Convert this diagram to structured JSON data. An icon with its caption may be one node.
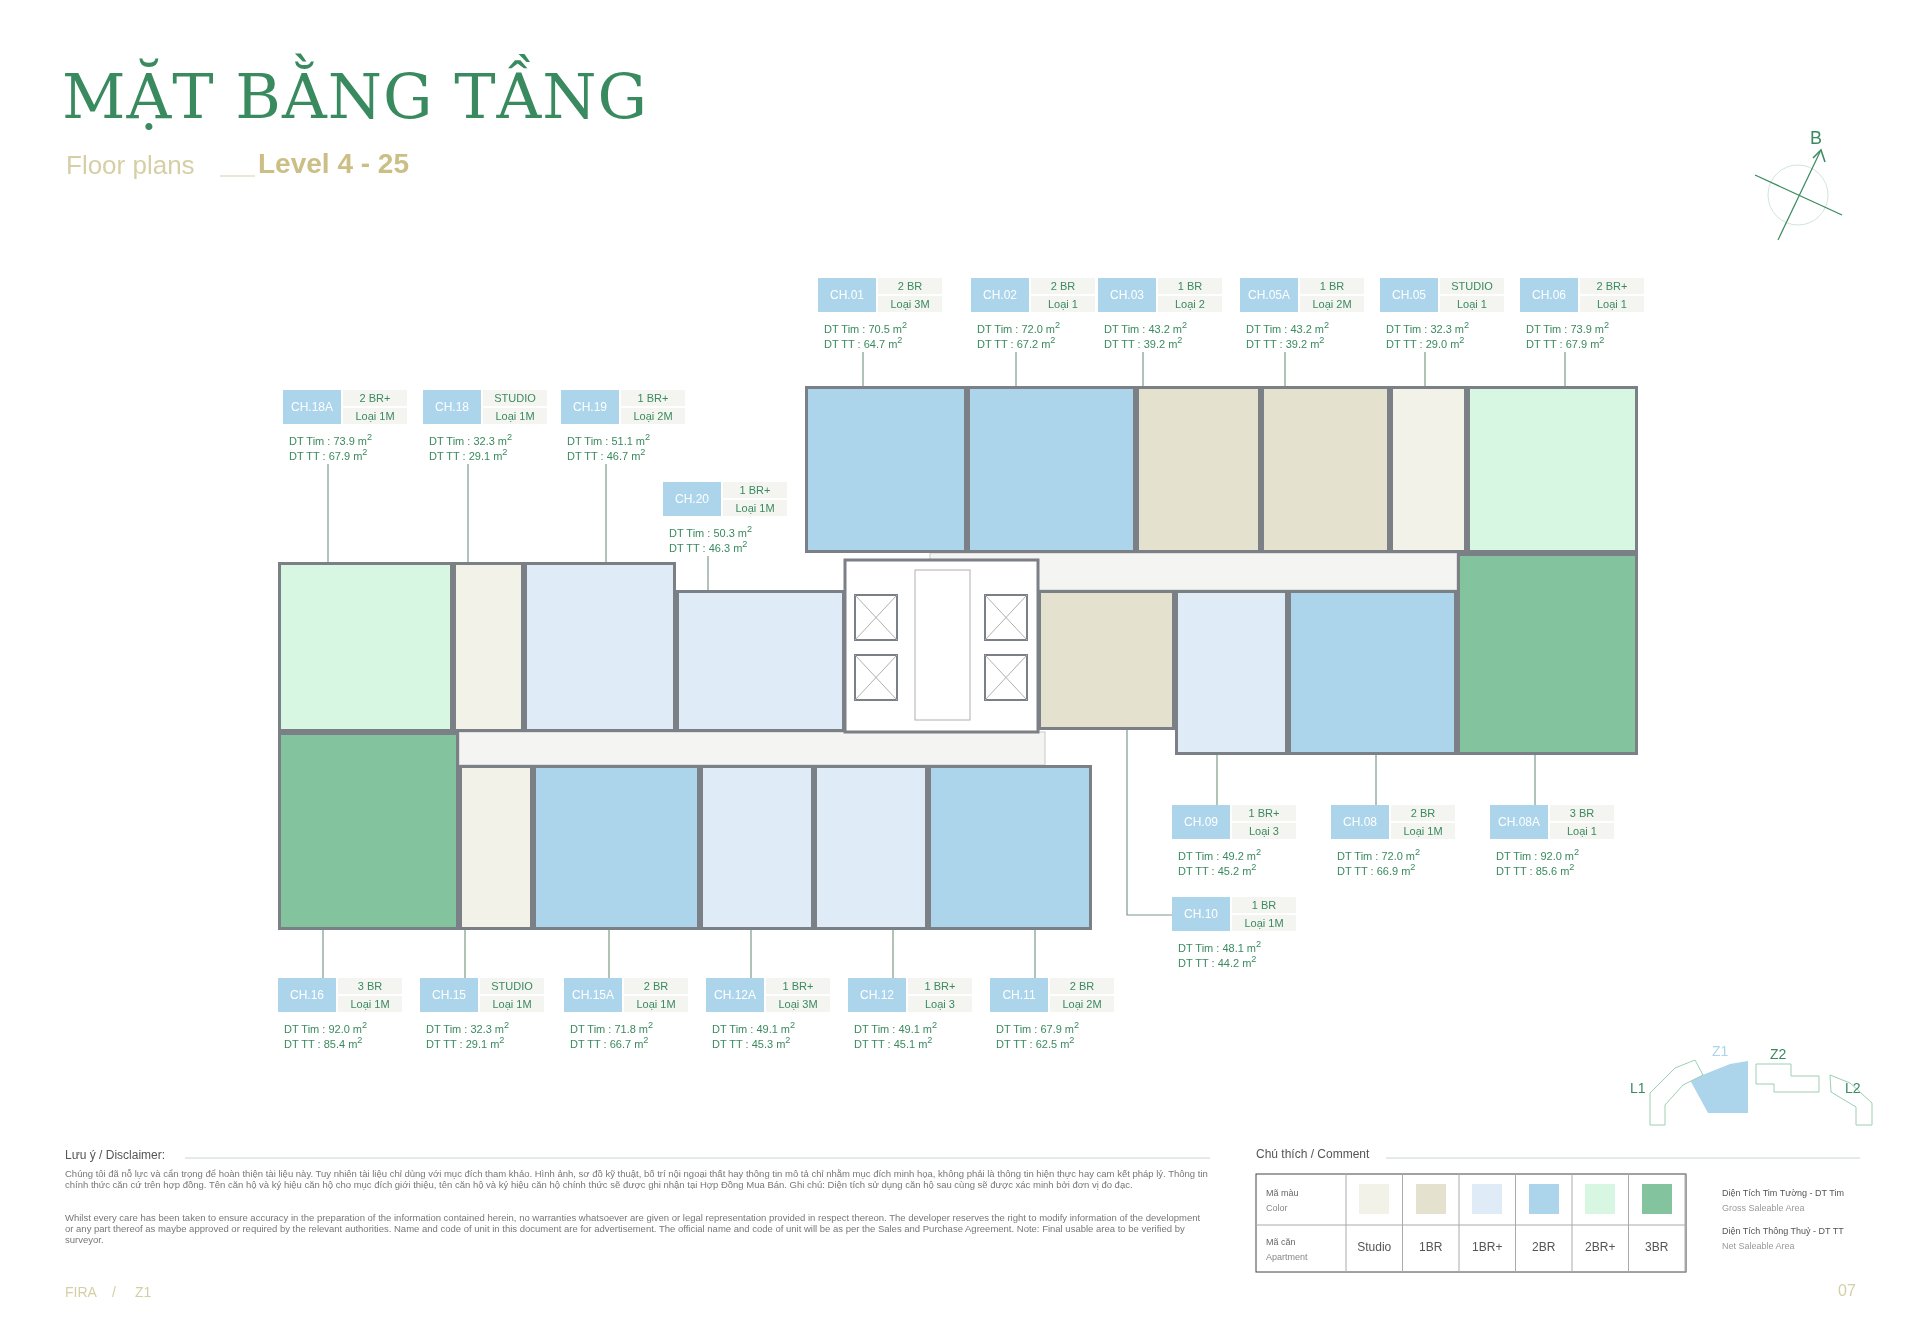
{
  "diagram": {
    "title": "MẶT BẰNG TẦNG",
    "nodes": [
      {
        "text": [
          "CH.01",
          "2 BR",
          "Loại 3M",
          "DT Tim : 70.5 m$^{2}$",
          "DT TT : 64.7 m$^{2}$"
        ]
      },
      {
        "text": [
          "CH.02",
          "2 BR",
          "Loại 1",
          "DT Tim : 72.0 m$^{2}$",
          "DT TT : 67.2 m$^{2}$"
        ]
      },
      {
        "text": [
          "CH.03",
          "1 BR",
          "Loại 2",
          "DT Tim : 43.2 m$^{2}$",
          "DT TT : 39.2 m$^{2}$"
        ]
      },
      {
        "text": [
          "CH.05A",
          "1 BR",
          "Loại 2M",
          "DT Tim : 43.2 m$^{2}$",
          "DT TT : 39.2 m$^{2}$"
        ]
      },
      {
        "text": [
          "CH.05",
          "STUDIO",
          "Loại 1",
          "DT Tim : 32.3 m$^{2}$",
          "DT TT : 29.0 m$^{2}$"
        ]
      },
      {
        "text": [
          "CH.06",
          "2 BR+",
          "Loại 1",
          "DT Tim : 73.9 m$^{2}$",
          "DT TT : 67.9 m$^{2}$"
        ]
      },
      {
        "text": [
          "CH.18A",
          "2 BR+",
          "Loại 1M",
          "DT Tim : 73.9 m$^{2}$",
          "DT TT : 67.9 m$^{2}$"
        ]
      },
      {
        "text": [
          "CH.18",
          "STUDIO",
          "Loại 1M",
          "DT Tim : 32.3 m$^{2}$",
          "DT TT : 29.1 m$^{2}$"
        ]
      },
      {
        "text": [
          "CH.19",
          "1 BR+",
          "Loại 2M",
          "DT Tim : 51.1 m$^{2}$",
          "DT TT : 46.7 m$^{2}$"
        ]
      },
      {
        "text": [
          "CH.20",
          "1 BR+",
          "Loại 1M",
          "DT Tim : 50.3 m$^{2}$",
          "DT TT : 46.3 m$^{2}$"
        ]
      },
      {
        "text": [
          "CH.09",
          "1 BR+",
          "Loại 3",
          "DT Tim : 49.2 m$^{2}$",
          "DT TT : 45.2 m$^{2}$"
        ]
      },
      {
        "text": [
          "CH.08",
          "2 BR",
          "Loại 1M",
          "DT Tim : 72.0 m$^{2}$",
          "DT TT : 66.9 m$^{2}$"
        ]
      },
      {
        "text": [
          "CH.08A",
          "3 BR",
          "Loại 1",
          "DT Tim : 92.0 m$^{2}$",
          "DT TT : 85.6 m$^{2}$"
        ]
      },
      {
        "text": [
          "CH.10",
          "1 BR",
          "Loại 1M",
          "DT Tim : 48.1 m$^{2}$",
          "DT TT : 44.2 m$^{2}$"
        ]
      },
      {
        "text": [
          "CH.16",
          "3 BR",
          "Loại 1M",
          "DT Tim : 92.0 m$^{2}$",
          "DT TT : 85.4 m$^{2}$"
        ]
      },
      {
        "text": [
          "CH.15",
          "STUDIO",
          "Loại 1M",
          "DT Tim : 32.3 m$^{2}$",
          "DT TT : 29.1 m$^{2}$"
        ]
      },
      {
        "text": [
          "CH.15A",
          "2 BR",
          "Loại 1M",
          "DT Tim : 71.8 m$^{2}$",
          "DT TT : 66.7 m$^{2}$"
        ]
      },
      {
        "text": [
          "CH.12A",
          "1 BR+",
          "Loại 3M",
          "DT Tim : 49.1 m$^{2}$",
          "DT TT : 45.3 m$^{2}$"
        ]
      },
      {
        "text": [
          "CH.12",
          "1 BR+",
          "Loại 3",
          "DT Tim : 49.1 m$^{2}$",
          "DT TT : 45.1 m$^{2}$"
        ]
      },
      {
        "text": [
          "CH.11",
          "2 BR",
          "Loại 2M",
          "DT Tim : 67.9 m$^{2}$",
          "DT TT : 62.5 m$^{2}$"
        ]
      },
      {
        "text": [],
        "shape": "box"
      },
      {
        "text": [],
        "shape": "box"
      },
      {
        "text": [],
        "shape": "box"
      },
      {
        "text": [],
        "shape": "box"
      },
      {
        "text": [],
        "shape": "box"
      },
      {
        "text": [],
        "shape": "box"
      },
      {
        "text": [],
        "shape": "box"
      },
      {
        "text": [],
        "shape": "box"
      },
      {
        "text": [],
        "shape": "box"
      },
      {
        "text": [],
        "shape": "box"
      },
      {
        "text": [],
        "shape": "box"
      },
      {
        "text": [],
        "shape": "box"
      },
      {
        "text": [],
        "shape": "box"
      },
      {
        "text": [],
        "shape": "box"
      },
      {
        "text": [],
        "shape": "box"
      },
      {
        "text": [],
        "shape": "box"
      },
      {
        "text": [],
        "shape": "box"
      },
      {
        "text": [],
        "shape": "box"
      },
      {
        "text": [],
        "shape": "box"
      },
      {
        "text": [],
        "shape": "box"
      }
    ],
    "edges": [
      {
        "from": 0,
        "to": 20,
        "arrow": "none"
      },
      {
        "from": 1,
        "to": 21,
        "arrow": "none"
      },
      {
        "from": 2,
        "to": 22,
        "arrow": "none"
      },
      {
        "from": 3,
        "to": 23,
        "arrow": "none"
      },
      {
        "from": 4,
        "to": 24,
        "arrow": "none"
      },
      {
        "from": 5,
        "to": 25,
        "arrow": "none"
      },
      {
        "from": 6,
        "to": 26,
        "arrow": "none"
      },
      {
        "from": 7,
        "to": 27,
        "arrow": "none"
      },
      {
        "from": 8,
        "to": 28,
        "arrow": "none"
      },
      {
        "from": 9,
        "to": 29,
        "arrow": "none"
      },
      {
        "from": 10,
        "to": 30,
        "arrow": "none"
      },
      {
        "from": 11,
        "to": 31,
        "arrow": "none"
      },
      {
        "from": 12,
        "to": 32,
        "arrow": "none"
      },
      {
        "from": 13,
        "to": 33,
        "arrow": "none"
      },
      {
        "from": 14,
        "to": 34,
        "arrow": "none"
      },
      {
        "from": 15,
        "to": 35,
        "arrow": "none"
      },
      {
        "from": 16,
        "to": 36,
        "arrow": "none"
      },
      {
        "from": 17,
        "to": 37,
        "arrow": "none"
      },
      {
        "from": 18,
        "to": 38,
        "arrow": "none"
      },
      {
        "from": 19,
        "to": 39,
        "arrow": "none"
      }
    ],
    "labels": [
      "Floor plans",
      "Level 4 - 25",
      "B",
      "Z1",
      "Z2",
      "L1",
      "L2",
      "Lưu ý / Disclaimer:",
      "Chúng tôi đã nỗ lực và cẩn trọng để hoàn thiện tài liệu này. Tuy nhiên tài liệu chỉ dùng với mục đích tham khảo. Hình ảnh, sơ đồ kỹ thuật, bố trí nội ngoại thất hay thông tin mô tả chỉ nhằm mục đích minh họa, không phải là thông tin hiện thực hay cam kết pháp lý. Thông tin chính thức căn cứ trên hợp đồng. Tên căn hộ và ký hiệu căn hộ cho mục đích giới thiệu, tên căn hộ và ký hiệu căn hộ chính thức sẽ được ghi nhận tại Hợp Đồng Mua Bán. Ghi chú: Diện tích sử dụng căn hộ sau cùng sẽ được xác minh bởi đơn vị đo đạc.",
      "Whilst every care has been taken to ensure accuracy in the preparation of the information contained herein, no warranties whatsoever are given or legal representation provided in respect thereon. The developer reserves the right to modify information of the development or any part thereof as maybe approved or required by the relevant authorities. Name and code of unit in this document are for advertisement. The official name and code of unit will be as per the Sales and Purchase Agreement. Note: Final usable area to be verified by surveyor.",
      "Chú thích / Comment",
      "Mã màu",
      "Color",
      "Mã căn",
      "Apartment",
      "Diện Tích Tim Tường - DT Tim",
      "Gross Saleable Area",
      "Diện Tích Thông Thuỷ - DT TT",
      "Net Saleable Area",
      "FIRA",
      "/",
      "Z1",
      "07"
    ],
    "legend": [
      {
        "text": "Studio",
        "color": "#f2f2e8"
      },
      {
        "text": "1BR",
        "color": "#e5e1cf"
      },
      {
        "text": "1BR+",
        "color": "#dfebf6"
      },
      {
        "text": "2BR",
        "color": "#acd5eb"
      },
      {
        "text": "2BR+",
        "color": "#d8f7e2"
      },
      {
        "text": "3BR",
        "color": "#83c39e"
      }
    ]
  }
}
